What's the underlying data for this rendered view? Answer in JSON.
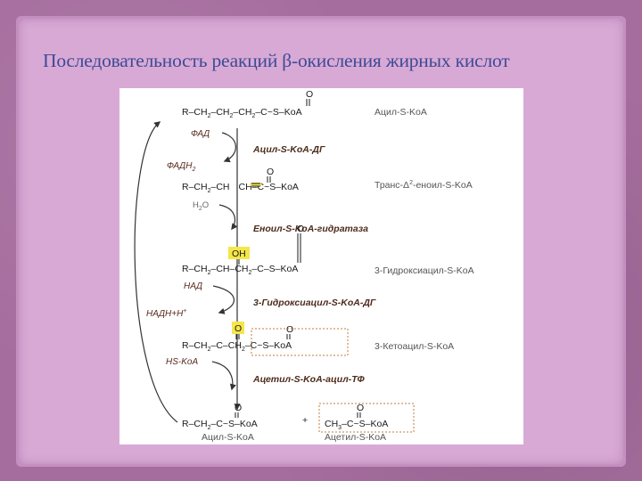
{
  "slide": {
    "title": "Последовательность реакций β-окисления жирных кислот"
  },
  "diagram": {
    "step1": {
      "formula_left": "R–CH",
      "formula_sub1": "2",
      "formula_mid1": "–CH",
      "formula_sub2": "2",
      "formula_mid2": "–CH",
      "formula_sub3": "2",
      "formula_end": "–C~S–KoA",
      "carbonyl_o": "O",
      "name": "Ацил-S-KoA"
    },
    "enzyme1": "Ацил-S-KoA-ДГ",
    "cofactor1_in": "ФАД",
    "cofactor1_out": "ФАДН",
    "cofactor1_out_sub": "2",
    "step2": {
      "formula_left": "R–CH",
      "formula_sub1": "2",
      "formula_mid1": "–CH",
      "formula_mid2": "CH–C~S–KoA",
      "carbonyl_o": "O",
      "name_prefix": "Транс-Δ",
      "name_sup": "2",
      "name_suffix": "-еноил-S-KoA"
    },
    "cofactor2_in": "H",
    "cofactor2_in_sub": "2",
    "cofactor2_in_end": "O",
    "enzyme2": "Еноил-S-KoA-гидратаза",
    "step3": {
      "oh_label": "OH",
      "formula_left": "R–CH",
      "formula_sub1": "2",
      "formula_mid1": "–CH–CH",
      "formula_sub2": "2",
      "formula_end": "–C–S–KoA",
      "carbonyl_o": "O",
      "name": "3-Гидроксиацил-S-KoA"
    },
    "cofactor3_in": "НАД",
    "cofactor3_out": "НАДН+Н",
    "cofactor3_out_sup": "+",
    "enzyme3": "3-Гидроксиацил-S-KoA-ДГ",
    "step4": {
      "formula_left": "R–CH",
      "formula_sub1": "2",
      "formula_mid1": "–C–CH",
      "formula_sub2": "2",
      "formula_end": "–C~S–KoA",
      "carbonyl_o1": "O",
      "carbonyl_o2": "O",
      "name": "3-Кетоацил-S-KoA"
    },
    "cofactor4_in": "HS-KoA",
    "enzyme4": "Ацетил-S-KoA-ацил-ТФ",
    "product1": {
      "formula_left": "R–CH",
      "formula_sub1": "2",
      "formula_end": "–C~S–KoA",
      "carbonyl_o": "O",
      "name": "Ацил-S-KoA"
    },
    "plus": "+",
    "product2": {
      "formula_left": "CH",
      "formula_sub1": "3",
      "formula_end": "–C~S–KoA",
      "carbonyl_o": "O",
      "name": "Ацетил-S-KoA"
    },
    "colors": {
      "enzyme_text": "#4d2a1a",
      "highlight_yellow": "#f5e64a",
      "box_border": "#c47b3a"
    }
  }
}
